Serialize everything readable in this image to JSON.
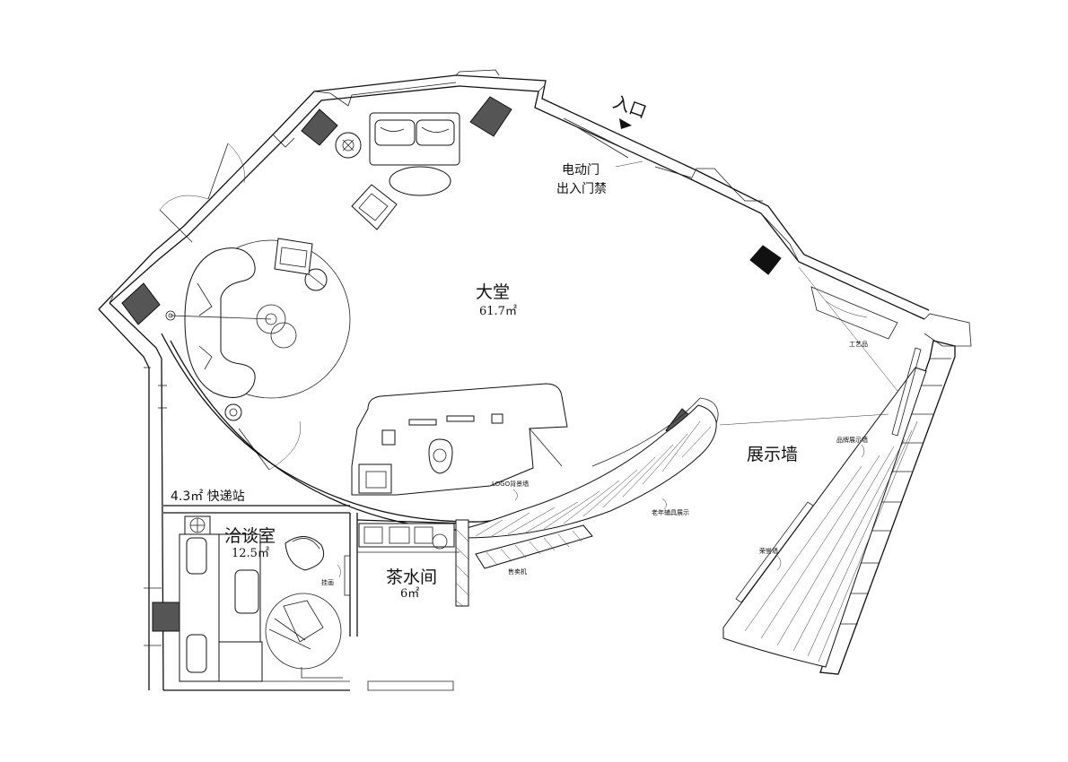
{
  "rooms": {
    "lobby": {
      "name": "大堂",
      "area": "61.7㎡"
    },
    "express": {
      "label": "4.3㎡ 快递站"
    },
    "meeting": {
      "name": "洽谈室",
      "area": "12.5㎡"
    },
    "tea": {
      "name": "茶水间",
      "area": "6㎡"
    },
    "display_wall": {
      "name": "展示墙"
    }
  },
  "entrance": {
    "label": "入口"
  },
  "door_note": {
    "line1": "电动门",
    "line2": "出入门禁"
  },
  "small_labels": {
    "craft": "工艺品",
    "brand_wall": "品牌展示墙",
    "honor_wall": "荣誉墙",
    "logo_wall": "LOGO背景墙",
    "elderly_aids": "老年辅具展示",
    "vending": "售卖机",
    "painting": "挂画"
  }
}
